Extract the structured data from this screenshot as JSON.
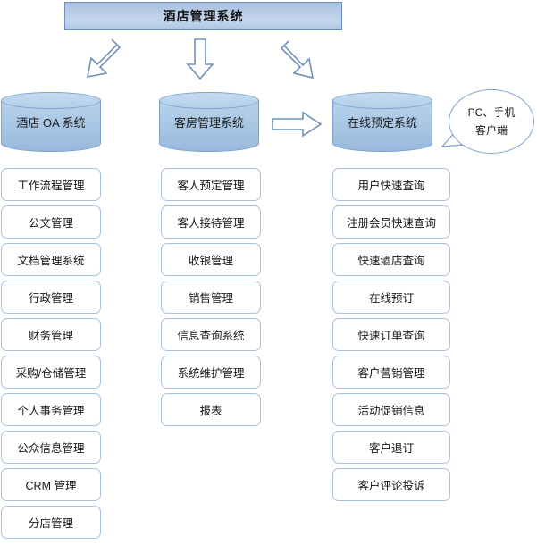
{
  "diagram": {
    "title": "酒店管理系统",
    "title_color": "#b6cce6",
    "border_color": "#7ba3ce",
    "box_border_color": "#a8c0dd",
    "flow_arrows": [
      {
        "name": "arrow-down-left",
        "direction": "down-left"
      },
      {
        "name": "arrow-down",
        "direction": "down"
      },
      {
        "name": "arrow-down-right",
        "direction": "down-right"
      }
    ],
    "link_arrow": {
      "name": "arrow-right",
      "direction": "right"
    },
    "callout": {
      "line1": "PC、手机",
      "line2": "客户端"
    },
    "columns": [
      {
        "id": "oa",
        "cylinder": "酒店 OA 系统",
        "items": [
          "工作流程管理",
          "公文管理",
          "文档管理系统",
          "行政管理",
          "财务管理",
          "采购/仓储管理",
          "个人事务管理",
          "公众信息管理",
          "CRM 管理",
          "分店管理"
        ]
      },
      {
        "id": "room",
        "cylinder": "客房管理系统",
        "items": [
          "客人预定管理",
          "客人接待管理",
          "收银管理",
          "销售管理",
          "信息查询系统",
          "系统维护管理",
          "报表"
        ]
      },
      {
        "id": "booking",
        "cylinder": "在线预定系统",
        "items": [
          "用户快速查询",
          "注册会员快速查询",
          "快速酒店查询",
          "在线预订",
          "快速订单查询",
          "客户营销管理",
          "活动促销信息",
          "客户退订",
          "客户评论投诉"
        ]
      }
    ]
  }
}
